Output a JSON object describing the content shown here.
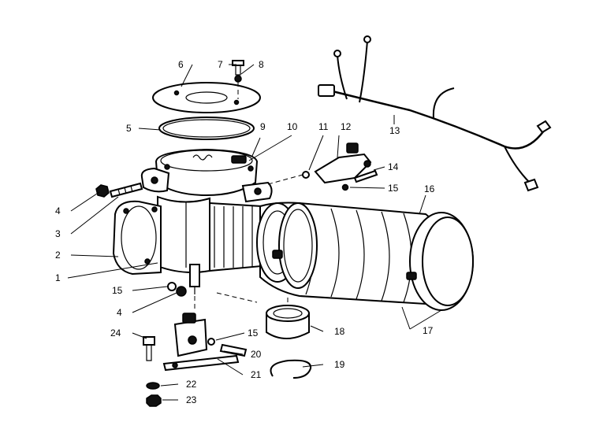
{
  "callouts": [
    {
      "id": "c1",
      "label": "1"
    },
    {
      "id": "c2",
      "label": "2"
    },
    {
      "id": "c3",
      "label": "3"
    },
    {
      "id": "c4a",
      "label": "4"
    },
    {
      "id": "c4b",
      "label": "4"
    },
    {
      "id": "c5",
      "label": "5"
    },
    {
      "id": "c6",
      "label": "6"
    },
    {
      "id": "c7",
      "label": "7"
    },
    {
      "id": "c8",
      "label": "8"
    },
    {
      "id": "c9",
      "label": "9"
    },
    {
      "id": "c10",
      "label": "10"
    },
    {
      "id": "c11",
      "label": "11"
    },
    {
      "id": "c12",
      "label": "12"
    },
    {
      "id": "c13",
      "label": "13"
    },
    {
      "id": "c14",
      "label": "14"
    },
    {
      "id": "c15a",
      "label": "15"
    },
    {
      "id": "c15b",
      "label": "15"
    },
    {
      "id": "c15c",
      "label": "15"
    },
    {
      "id": "c16",
      "label": "16"
    },
    {
      "id": "c17",
      "label": "17"
    },
    {
      "id": "c18",
      "label": "18"
    },
    {
      "id": "c19",
      "label": "19"
    },
    {
      "id": "c20",
      "label": "20"
    },
    {
      "id": "c21",
      "label": "21"
    },
    {
      "id": "c22",
      "label": "22"
    },
    {
      "id": "c23",
      "label": "23"
    },
    {
      "id": "c24",
      "label": "24"
    }
  ]
}
